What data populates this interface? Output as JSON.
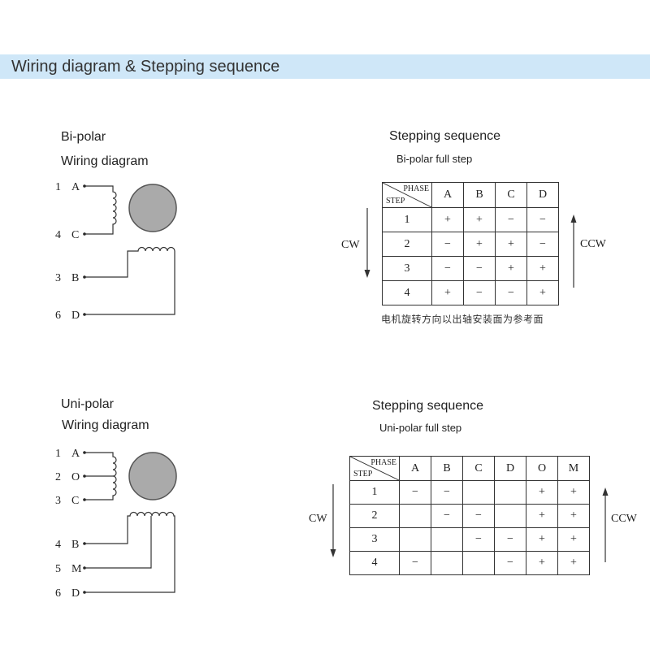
{
  "header": {
    "title": "Wiring diagram & Stepping sequence"
  },
  "bipolar": {
    "title": "Bi-polar",
    "subtitle": "Wiring diagram",
    "leads": [
      {
        "num": "1",
        "name": "A"
      },
      {
        "num": "4",
        "name": "C"
      },
      {
        "num": "3",
        "name": "B"
      },
      {
        "num": "6",
        "name": "D"
      }
    ],
    "sequence": {
      "title": "Stepping sequence",
      "subtitle": "Bi-polar full step",
      "phase_label": "PHASE",
      "step_label": "STEP",
      "columns": [
        "A",
        "B",
        "C",
        "D"
      ],
      "rows": [
        {
          "step": "1",
          "cells": [
            "+",
            "+",
            "−",
            "−"
          ]
        },
        {
          "step": "2",
          "cells": [
            "−",
            "+",
            "+",
            "−"
          ]
        },
        {
          "step": "3",
          "cells": [
            "−",
            "−",
            "+",
            "+"
          ]
        },
        {
          "step": "4",
          "cells": [
            "+",
            "−",
            "−",
            "+"
          ]
        }
      ],
      "cw": "CW",
      "ccw": "CCW",
      "note": "电机旋转方向以出轴安装面为参考面"
    }
  },
  "unipolar": {
    "title": "Uni-polar",
    "subtitle": "Wiring diagram",
    "leads": [
      {
        "num": "1",
        "name": "A"
      },
      {
        "num": "2",
        "name": "O"
      },
      {
        "num": "3",
        "name": "C"
      },
      {
        "num": "4",
        "name": "B"
      },
      {
        "num": "5",
        "name": "M"
      },
      {
        "num": "6",
        "name": "D"
      }
    ],
    "sequence": {
      "title": "Stepping sequence",
      "subtitle": "Uni-polar full step",
      "phase_label": "PHASE",
      "step_label": "STEP",
      "columns": [
        "A",
        "B",
        "C",
        "D",
        "O",
        "M"
      ],
      "rows": [
        {
          "step": "1",
          "cells": [
            "−",
            "−",
            "",
            "",
            "+",
            "+"
          ]
        },
        {
          "step": "2",
          "cells": [
            "",
            "−",
            "−",
            "",
            "+",
            "+"
          ]
        },
        {
          "step": "3",
          "cells": [
            "",
            "",
            "−",
            "−",
            "+",
            "+"
          ]
        },
        {
          "step": "4",
          "cells": [
            "−",
            "",
            "",
            "−",
            "+",
            "+"
          ]
        }
      ],
      "cw": "CW",
      "ccw": "CCW"
    }
  }
}
